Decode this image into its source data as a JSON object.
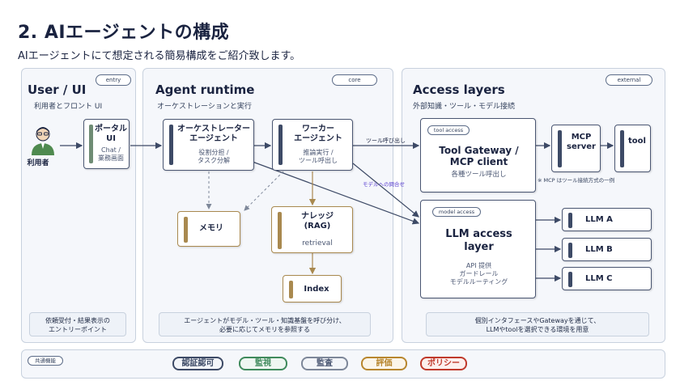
{
  "header": {
    "title": "2. AIエージェントの構成",
    "subtitle": "AIエージェントにて想定される簡易構成をご紹介致します。"
  },
  "user_section": {
    "title": "User / UI",
    "tag": "entry",
    "subtitle": "利用者とフロント UI",
    "user_label": "利用者",
    "portal_label": "ポータル\nUI",
    "portal_sub": "Chat /\n業務画面",
    "note": "依頼受付・結果表示の\nエントリーポイント"
  },
  "agent_section": {
    "title": "Agent runtime",
    "tag": "core",
    "subtitle": "オーケストレーションと実行",
    "orchestrator_label": "オーケストレーター\nエージェント",
    "orchestrator_sub": "役割分担 /\nタスク分解",
    "worker_label": "ワーカー\nエージェント",
    "worker_sub": "推論実行 /\nツール呼出し",
    "memory_label": "メモリ",
    "knowledge_label": "ナレッジ\n(RAG)",
    "knowledge_sub": "retrieval",
    "index_label": "Index",
    "note": "エージェントがモデル・ツール・知識基盤を呼び分け、\n必要に応じてメモリを参照する"
  },
  "access_section": {
    "title": "Access layers",
    "tag": "external",
    "subtitle": "外部知識・ツール・モデル接続",
    "tool_access_tag": "tool access",
    "tool_gateway_label": "Tool Gateway /\nMCP client",
    "tool_gateway_sub": "各種ツール呼出し",
    "mcp_server_label": "MCP\nserver",
    "tool_label": "tool",
    "mcp_note": "※ MCP はツール接続方式の一例",
    "model_access_tag": "model access",
    "llm_access_label": "LLM access\nlayer",
    "llm_access_sub": "API 提供\nガードレール\nモデルルーティング",
    "llm_a": "LLM A",
    "llm_b": "LLM B",
    "llm_c": "LLM C",
    "note": "個別インタフェースやGatewayを通じて、\nLLMやtoolを選択できる環境を用意"
  },
  "arrows": {
    "tool_call": "ツール呼び出し",
    "model_query": "モデルへの問合せ"
  },
  "common": {
    "label": "共通機能",
    "chips": [
      "認証認可",
      "監視",
      "監査",
      "評価",
      "ポリシー"
    ]
  },
  "colors": {
    "navy": "#3d4a66",
    "gold": "#a9894f",
    "sage": "#6f8c74",
    "purple": "#5a3fd1",
    "chip_green": "#3f8a5c",
    "chip_gold": "#b8862e",
    "chip_red": "#c0392b"
  }
}
